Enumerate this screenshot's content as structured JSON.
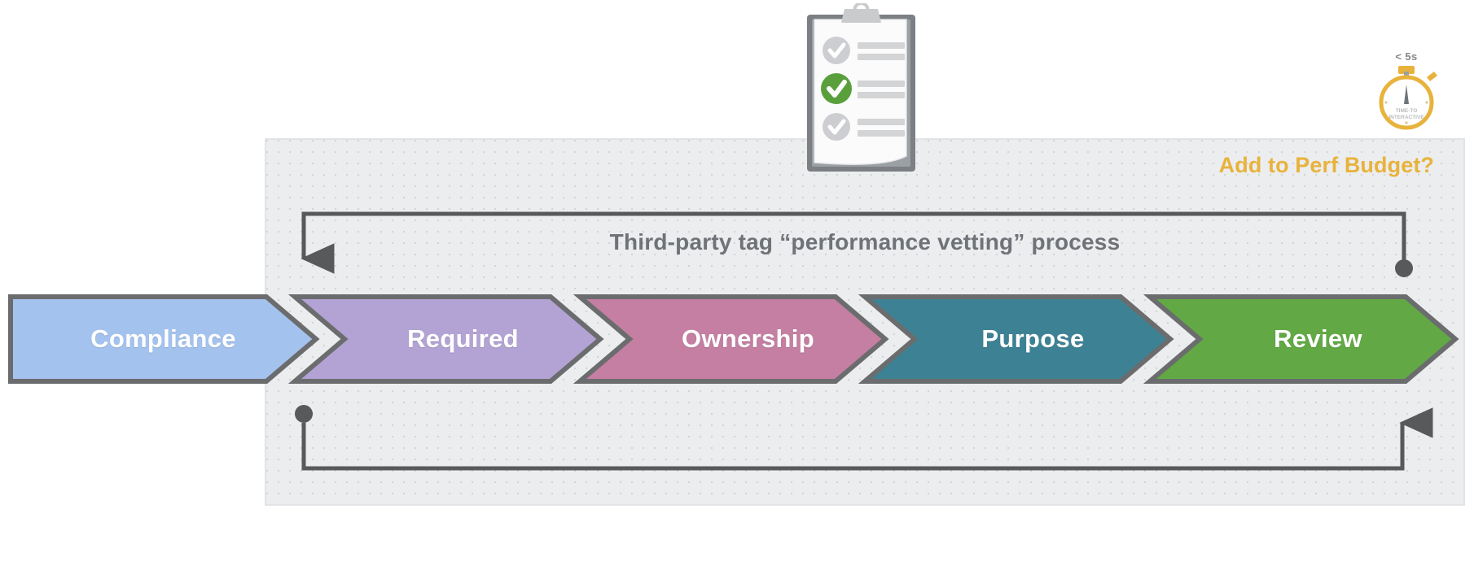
{
  "diagram": {
    "title": "Third-party tag “performance vetting” process",
    "panel_label": "Add to Perf Budget?",
    "accent_color": "#e8b33c",
    "title_color": "#6f7277",
    "panel_background": "#ecedef",
    "connector_color": "#58595b",
    "steps": [
      {
        "label": "Compliance",
        "fill": "#a4c2ee",
        "shape": "box-arrow",
        "stroke": "#6b6c6e"
      },
      {
        "label": "Required",
        "fill": "#b3a3d4",
        "shape": "chevron",
        "stroke": "#6b6c6e"
      },
      {
        "label": "Ownership",
        "fill": "#c47fa2",
        "shape": "chevron",
        "stroke": "#6b6c6e"
      },
      {
        "label": "Purpose",
        "fill": "#3d8294",
        "shape": "chevron",
        "stroke": "#6b6c6e"
      },
      {
        "label": "Review",
        "fill": "#62a945",
        "shape": "chevron",
        "stroke": "#6b6c6e"
      }
    ],
    "connectors": [
      {
        "name": "feedback-top",
        "from": "review-end",
        "to": "required-start",
        "direction": "left",
        "endpoint_start": "dot",
        "endpoint_end": "arrow"
      },
      {
        "name": "feedback-bottom",
        "from": "required-start",
        "to": "review-end",
        "direction": "right",
        "endpoint_start": "dot",
        "endpoint_end": "arrow"
      }
    ]
  },
  "icons": {
    "clipboard": {
      "name": "clipboard-checklist-icon",
      "items": [
        {
          "checked": true,
          "color": "#cdced1"
        },
        {
          "checked": true,
          "color": "#59a03c"
        },
        {
          "checked": true,
          "color": "#cdced1"
        }
      ]
    },
    "stopwatch": {
      "name": "stopwatch-icon",
      "caption": "< 5s",
      "dial_line_1": "TIME-TO",
      "dial_line_2": "INTERACTIVE",
      "color": "#e8b33c"
    }
  }
}
